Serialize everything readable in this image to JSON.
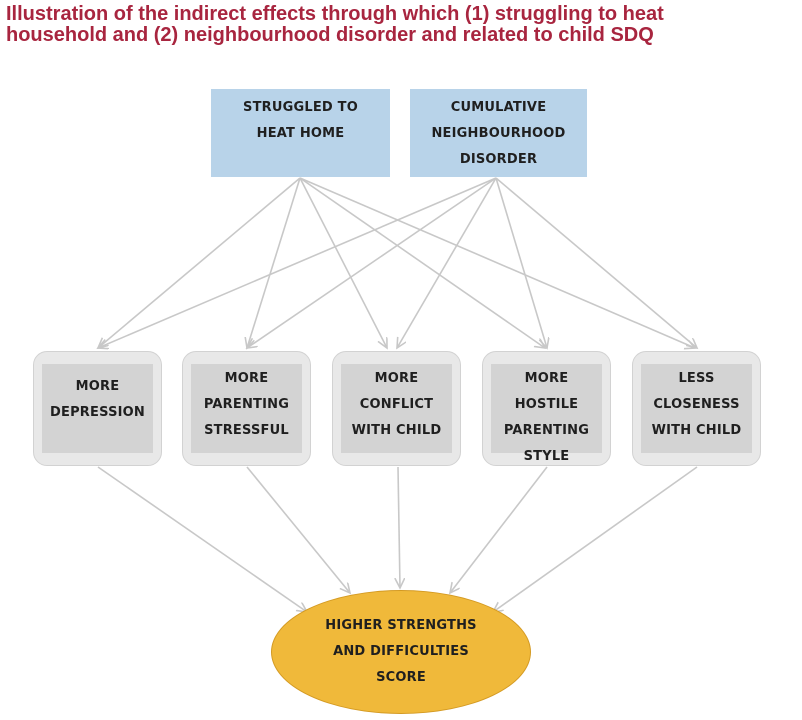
{
  "title": {
    "line1": "Illustration of the indirect effects through which (1) struggling to heat",
    "line2": "household and (2) neighbourhood disorder and related to child SDQ"
  },
  "sources": [
    {
      "label": "STRUGGLED TO\nHEAT HOME"
    },
    {
      "label": "CUMULATIVE\nNEIGHBOURHOOD\nDISORDER"
    }
  ],
  "mediators": [
    {
      "label": "MORE\nDEPRESSION"
    },
    {
      "label": "MORE\nPARENTING\nSTRESSFUL"
    },
    {
      "label": "MORE\nCONFLICT\nWITH CHILD"
    },
    {
      "label": "MORE\nHOSTILE\nPARENTING\nSTYLE"
    },
    {
      "label": "LESS\nCLOSENESS\nWITH CHILD"
    }
  ],
  "outcome": {
    "label": "HIGHER STRENGTHS\nAND DIFFICULTIES\nSCORE"
  },
  "colors": {
    "title": "#a8253f",
    "source_fill": "#b8d3e9",
    "mediator_fill": "#d3d3d3",
    "outcome_fill": "#f0b93a",
    "arrow": "#c8c8c8"
  }
}
